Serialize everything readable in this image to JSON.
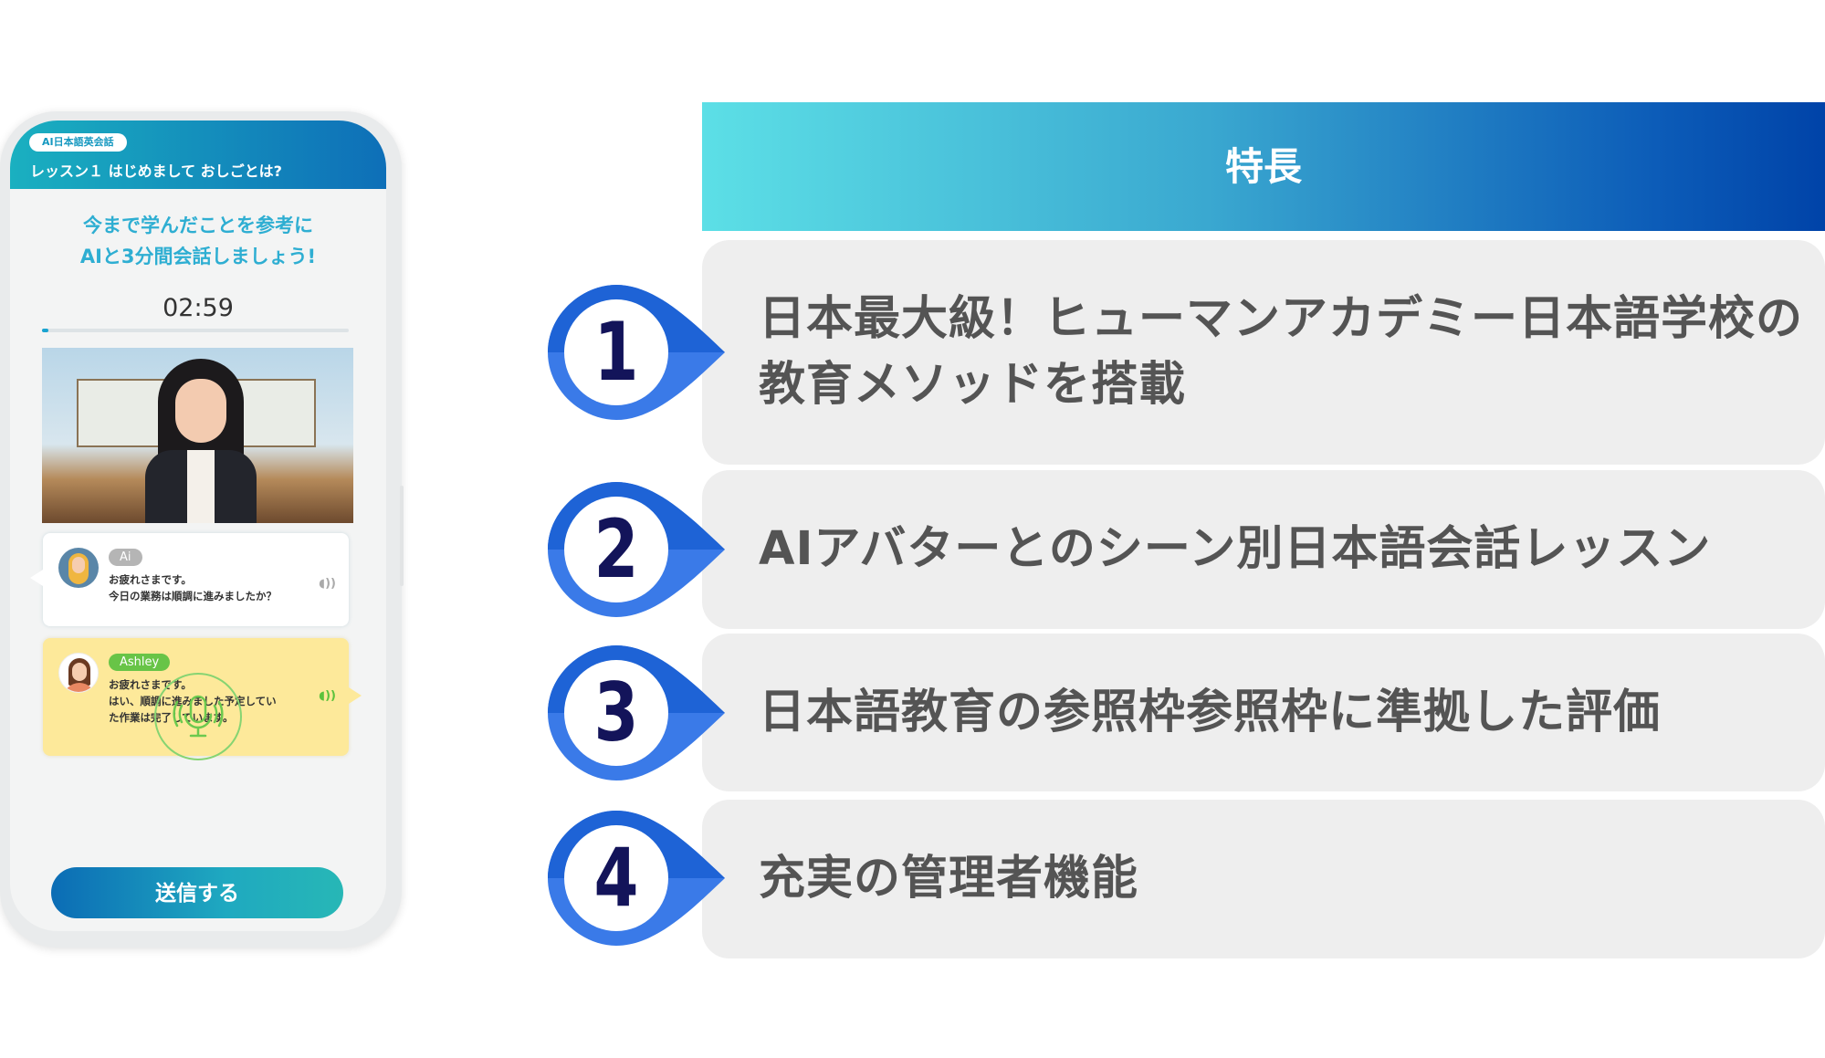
{
  "phone": {
    "badge": "AI日本語英会話",
    "lesson_title": "レッスン１  はじめまして おしごとは?",
    "prompt_line1": "今まで学んだことを参考に",
    "prompt_line2": "AIと3分間会話しましょう!",
    "timer": "02:59",
    "progress_percent": 1,
    "messages": [
      {
        "speaker": "Ai",
        "line1": "お疲れさまです。",
        "line2": "今日の業務は順調に進みましたか？",
        "line3": ""
      },
      {
        "speaker": "Ashley",
        "line1": "お疲れさまです。",
        "line2": "はい、順調に進みました予定してい",
        "line3": "た作業は完了しています。"
      }
    ],
    "send_label": "送信する"
  },
  "features": {
    "title": "特長",
    "items": [
      {
        "number": "1",
        "text": " 日本最大級！ヒューマンアカデミー日本語学校の教育メソッドを搭載"
      },
      {
        "number": "2",
        "text": "AIアバターとのシーン別日本語会話レッスン"
      },
      {
        "number": "3",
        "text": "日本語教育の参照枠参照枠に準拠した評価"
      },
      {
        "number": "4",
        "text": "充実の管理者機能"
      }
    ]
  },
  "colors": {
    "marker_dark": "#1e63d6",
    "marker_light": "#3a7ae8",
    "number": "#13145a",
    "row_bg": "#eeeeee",
    "text": "#545454"
  }
}
